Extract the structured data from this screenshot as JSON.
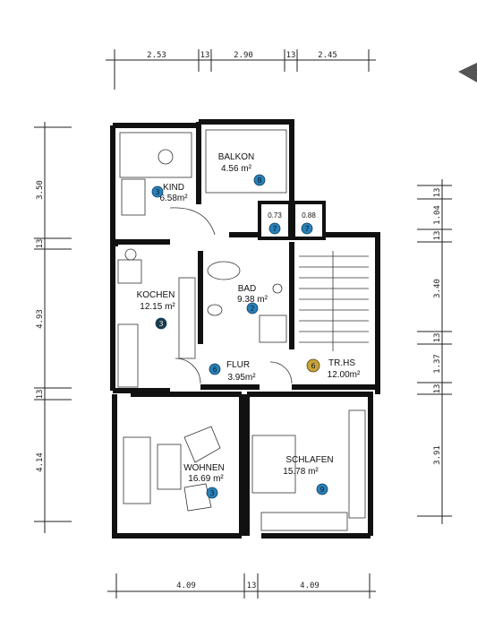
{
  "dimensions": {
    "top": [
      "2.53",
      "13",
      "2.90",
      "13",
      "2.45"
    ],
    "bottom": [
      "4.09",
      "13",
      "4.09"
    ],
    "left": [
      "3.50",
      "13",
      "4.93",
      "13",
      "4.14"
    ],
    "right": [
      "13",
      "1.04",
      "13",
      "3.40",
      "13",
      "1.37",
      "13",
      "3.91"
    ]
  },
  "rooms": {
    "balkon": {
      "name": "BALKON",
      "area": "4.56 m²"
    },
    "kind": {
      "name": "KIND",
      "area": "6.58m²"
    },
    "kochen": {
      "name": "KOCHEN",
      "area": "12.15 m²"
    },
    "bad": {
      "name": "BAD",
      "area": "9.38 m²"
    },
    "flur": {
      "name": "FLUR",
      "area": "3.95m²"
    },
    "trhs": {
      "name": "TR.HS",
      "area": "12.00m²"
    },
    "wohnen": {
      "name": "WOHNEN",
      "area": "16.69 m²"
    },
    "schlafen": {
      "name": "SCHLAFEN",
      "area": "15.78 m²"
    },
    "small_left": {
      "area": "0.73"
    },
    "small_right": {
      "area": "0.88"
    }
  },
  "markers": {
    "kind": "3",
    "balkon": "8",
    "kochen": "3",
    "bad": "2",
    "flur": "6",
    "trhs": "6",
    "wohnen": "3",
    "schlafen": "9",
    "small_left": "7",
    "small_right": "7"
  },
  "colors": {
    "marker": "#2a7fb6",
    "marker_stair": "#c9a33a",
    "wall": "#111111"
  }
}
